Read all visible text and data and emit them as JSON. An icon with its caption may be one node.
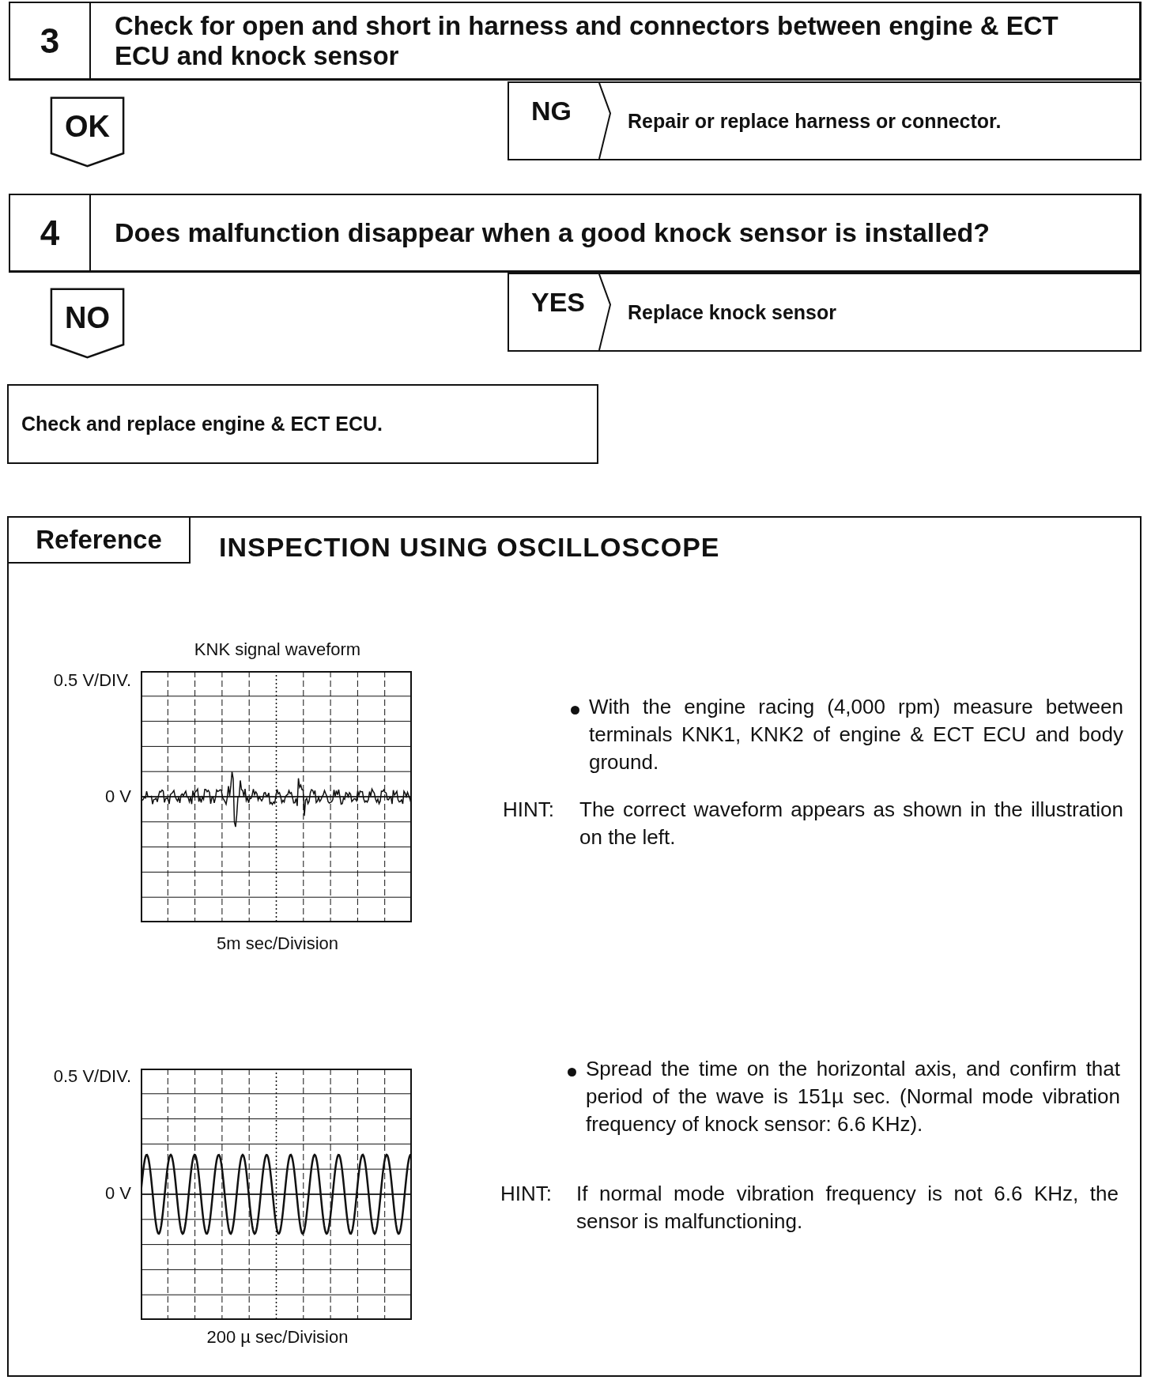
{
  "diagram": {
    "nodes": [
      {
        "text": [
          "3",
          "Check for open and short in harness and connectors between engine & ECT ECU and knock sensor"
        ]
      },
      {
        "text": [
          "OK"
        ]
      },
      {
        "text": [
          "NG",
          "Repair or replace harness or connector."
        ]
      },
      {
        "text": [
          "4",
          "Does malfunction disappear when a good knock sensor is installed?"
        ]
      },
      {
        "text": [
          "NO"
        ]
      },
      {
        "text": [
          "YES",
          "Replace knock sensor"
        ]
      },
      {
        "text": [
          "Check and replace engine & ECT ECU."
        ]
      },
      {
        "text": [
          "Reference",
          "INSPECTION USING OSCILLOSCOPE"
        ]
      }
    ],
    "labels": [
      "KNK signal waveform",
      "0.5 V/DIV.",
      "0 V",
      "5m sec/Division",
      "With the engine racing (4,000 rpm) measure between terminals KNK1, KNK2 of engine & ECT ECU and body ground.",
      "HINT:",
      "The correct waveform appears as shown in the illustration on the left.",
      "0.5 V/DIV.",
      "0 V",
      "200 µ sec/Division",
      "Spread the time on the horizontal axis, and confirm that period of the wave is 151µ sec. (Normal mode vibration frequency of knock sensor: 6.6 KHz).",
      "HINT:",
      "If normal mode vibration frequency is not 6.6 KHz, the sensor is malfunctioning."
    ]
  }
}
